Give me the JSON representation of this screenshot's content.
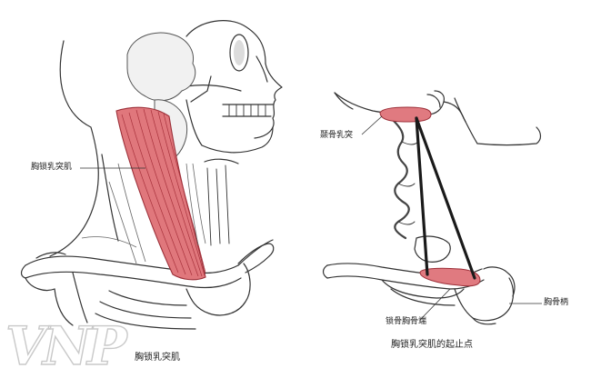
{
  "watermark": "VNP",
  "left_figure": {
    "label_scm": "胸锁乳突肌",
    "caption": "胸锁乳突肌"
  },
  "right_figure": {
    "label_mastoid": "颞骨乳突",
    "label_clavicle_end": "锁骨胸骨端",
    "label_manubrium": "胸骨柄",
    "caption": "胸锁乳突肌的起止点"
  },
  "colors": {
    "muscle": "#e0777c",
    "muscle_dark": "#b33b44",
    "line_art": "#333333",
    "attachment": "#e07a80"
  }
}
